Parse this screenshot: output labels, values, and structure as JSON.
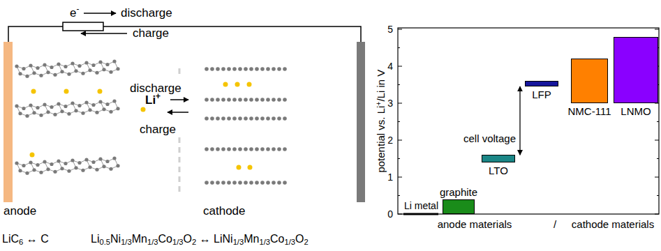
{
  "diagram": {
    "nodes": [
      {
        "text": [
          "graphite"
        ]
      },
      {
        "text": [
          "LTO"
        ]
      },
      {
        "text": [
          "LFP"
        ]
      },
      {
        "text": [
          "NMC-111"
        ]
      },
      {
        "text": [
          "LNMO"
        ]
      }
    ],
    "edges": [
      {
        "from": 1,
        "to": 2,
        "arrow": "both",
        "label": "cell voltage"
      }
    ],
    "labels": [
      "e-",
      "discharge",
      "charge",
      "discharge",
      "Li+",
      "charge",
      "anode",
      "cathode",
      "LiC6 ↔ C",
      "Li0.5Ni1/3Mn1/3Co1/3O2 ↔ LiNi1/3Mn1/3Co1/3O2",
      "potential vs. Li+/Li in V",
      "0",
      "1",
      "2",
      "3",
      "4",
      "5",
      "Li metal",
      "anode materials",
      "/",
      "cathode materials"
    ]
  }
}
